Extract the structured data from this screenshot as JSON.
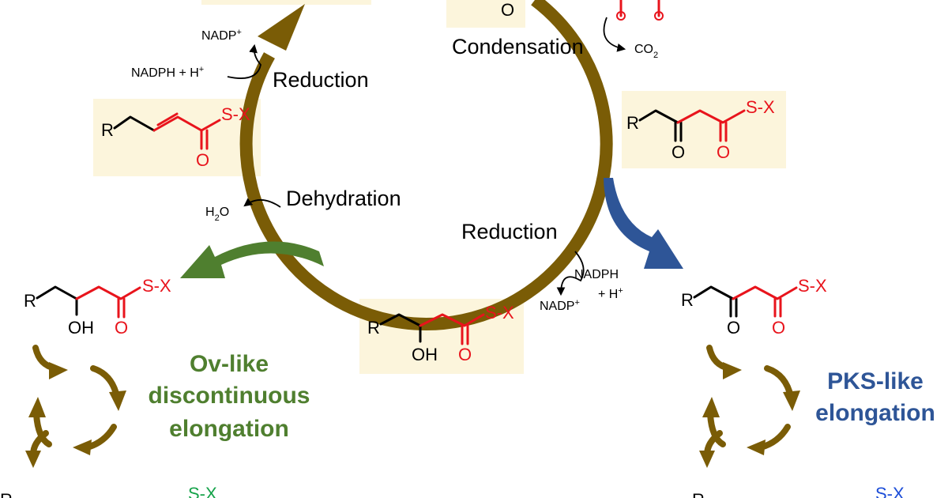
{
  "steps": {
    "condensation": "Condensation",
    "reduction_top": "Reduction",
    "dehydration": "Dehydration",
    "reduction_bottom": "Reduction"
  },
  "cofactors": {
    "nadp_top": "NADP",
    "nadph_top": "NADPH + H",
    "co2": "CO",
    "h2o": "H",
    "nadph_bottom": "NADPH",
    "hplus_bottom": "+ H",
    "nadp_bottom": "NADP",
    "superscript_plus": "+",
    "sub_2": "2",
    "h2o_o": "O"
  },
  "atoms": {
    "r": "R",
    "sx": "S-X",
    "o": "O",
    "oh": "OH"
  },
  "pathways": {
    "ov_line1": "Ov-like",
    "ov_line2": "discontinuous",
    "ov_line3": "elongation",
    "pks_line1": "PKS-like",
    "pks_line2": "elongation"
  },
  "colors": {
    "cycle": "#7a5c06",
    "highlight": "#fcf5dc",
    "ov_arrow": "#4f7f2f",
    "pks_arrow": "#2e5597",
    "acyl_red": "#e8141c"
  }
}
